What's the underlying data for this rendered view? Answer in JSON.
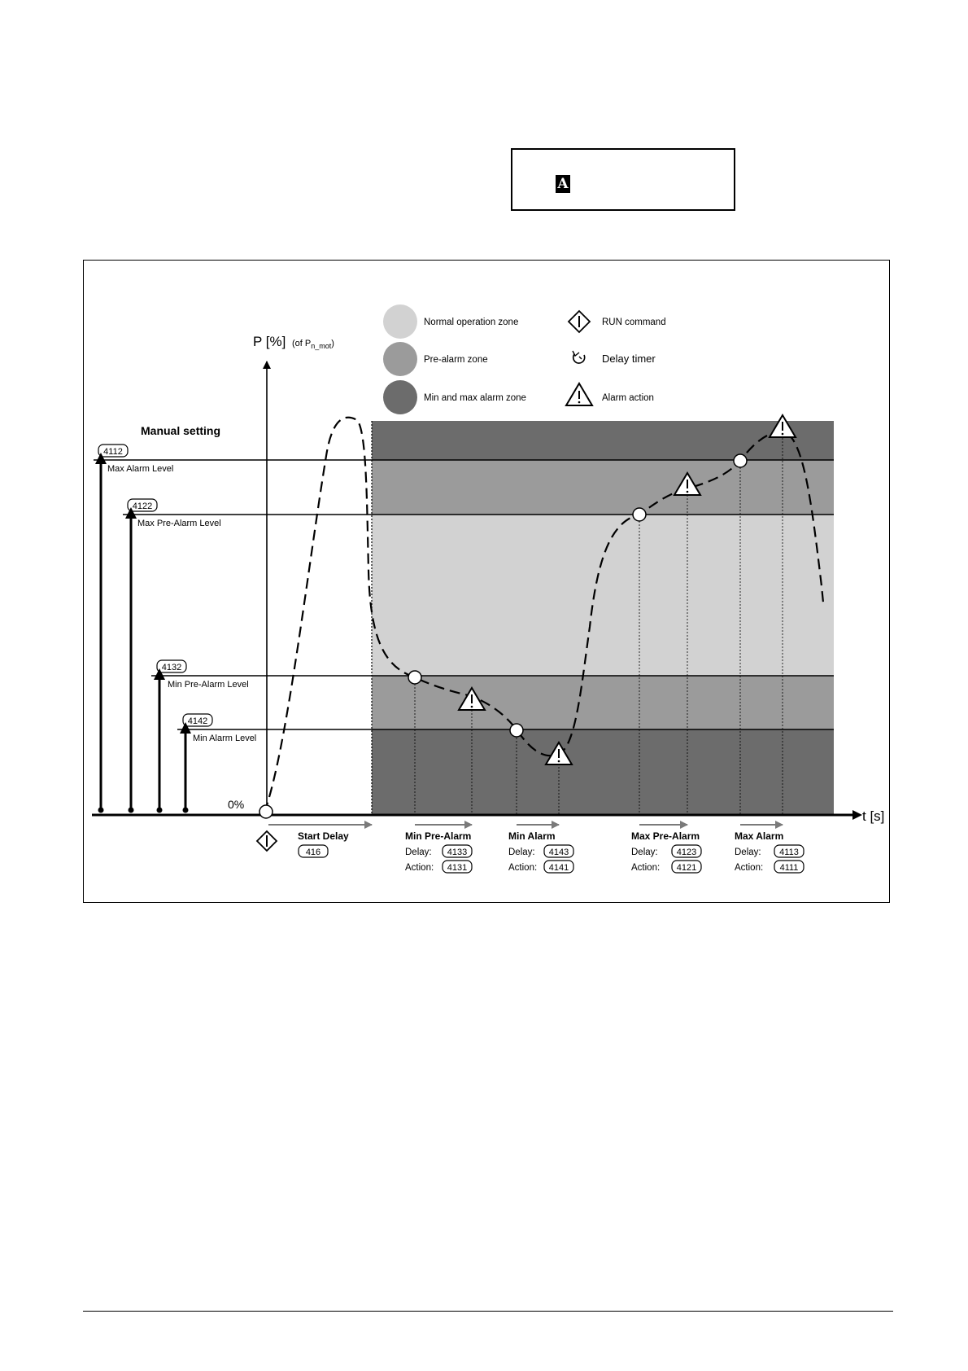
{
  "header_box": {
    "badge": "A"
  },
  "legend": {
    "zones": [
      {
        "label": "Normal operation zone",
        "color": "#d2d2d2"
      },
      {
        "label": "Pre-alarm zone",
        "color": "#9b9b9b"
      },
      {
        "label": "Min and max alarm zone",
        "color": "#6c6c6c"
      }
    ],
    "symbols": [
      {
        "label": "RUN command",
        "icon": "run-command-icon"
      },
      {
        "label": "Delay timer",
        "icon": "delay-timer-icon"
      },
      {
        "label": "Alarm action",
        "icon": "alarm-action-icon"
      }
    ]
  },
  "axes": {
    "y_label": "P [%]",
    "y_sub_prefix": "(of P",
    "y_sub_subscript": "n_mot",
    "y_sub_suffix": ")",
    "x_label": "t [s]",
    "zero_label": "0%"
  },
  "manual_setting": "Manual setting",
  "levels": [
    {
      "code": "4112",
      "label": "Max Alarm Level"
    },
    {
      "code": "4122",
      "label": "Max Pre-Alarm Level"
    },
    {
      "code": "4132",
      "label": "Min Pre-Alarm Level"
    },
    {
      "code": "4142",
      "label": "Min Alarm Level"
    }
  ],
  "start_delay": {
    "title": "Start Delay",
    "code": "416"
  },
  "timers": [
    {
      "title": "Min Pre-Alarm",
      "delay_label": "Delay:",
      "delay_code": "4133",
      "action_label": "Action:",
      "action_code": "4131"
    },
    {
      "title": "Min Alarm",
      "delay_label": "Delay:",
      "delay_code": "4143",
      "action_label": "Action:",
      "action_code": "4141"
    },
    {
      "title": "Max Pre-Alarm",
      "delay_label": "Delay:",
      "delay_code": "4123",
      "action_label": "Action:",
      "action_code": "4121"
    },
    {
      "title": "Max Alarm",
      "delay_label": "Delay:",
      "delay_code": "4113",
      "action_label": "Action:",
      "action_code": "4111"
    }
  ],
  "colors": {
    "normal": "#d2d2d2",
    "pre_alarm": "#9b9b9b",
    "alarm": "#6c6c6c",
    "timer_arrow": "#7a7a7a"
  }
}
